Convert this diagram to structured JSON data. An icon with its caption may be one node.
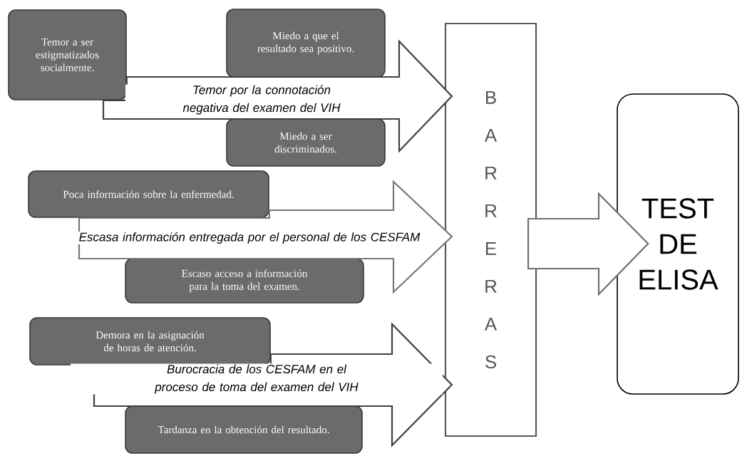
{
  "diagram": {
    "nodes": [
      {
        "text": [
          "Temor a ser estigmatizados socialmente."
        ]
      },
      {
        "text": [
          "Miedo a que el resultado sea positivo."
        ]
      },
      {
        "text": [
          "Miedo a ser discriminados."
        ]
      },
      {
        "text": [
          "Poca información sobre la enfermedad."
        ]
      },
      {
        "text": [
          "Escaso acceso a información para la toma del examen."
        ]
      },
      {
        "text": [
          "Demora en la asignación de horas de atención."
        ]
      },
      {
        "text": [
          "Tardanza en la obtención del resultado."
        ]
      },
      {
        "text": [
          "B A R R E R A S"
        ]
      },
      {
        "text": [
          "TEST DE ELISA"
        ]
      }
    ],
    "edges": [
      {
        "from": 0,
        "to": 7,
        "arrow": "to",
        "label": "Temor por la connotación negativa del examen del VIH"
      },
      {
        "from": 3,
        "to": 7,
        "arrow": "to",
        "label": "Escasa información entregada por el personal de los CESFAM",
        "color": "#777777"
      },
      {
        "from": 5,
        "to": 7,
        "arrow": "to",
        "label": "Burocracia de los CESFAM en el proceso de toma del examen del VIH"
      },
      {
        "from": 7,
        "to": 8,
        "arrow": "to",
        "color": "#707070"
      }
    ]
  }
}
